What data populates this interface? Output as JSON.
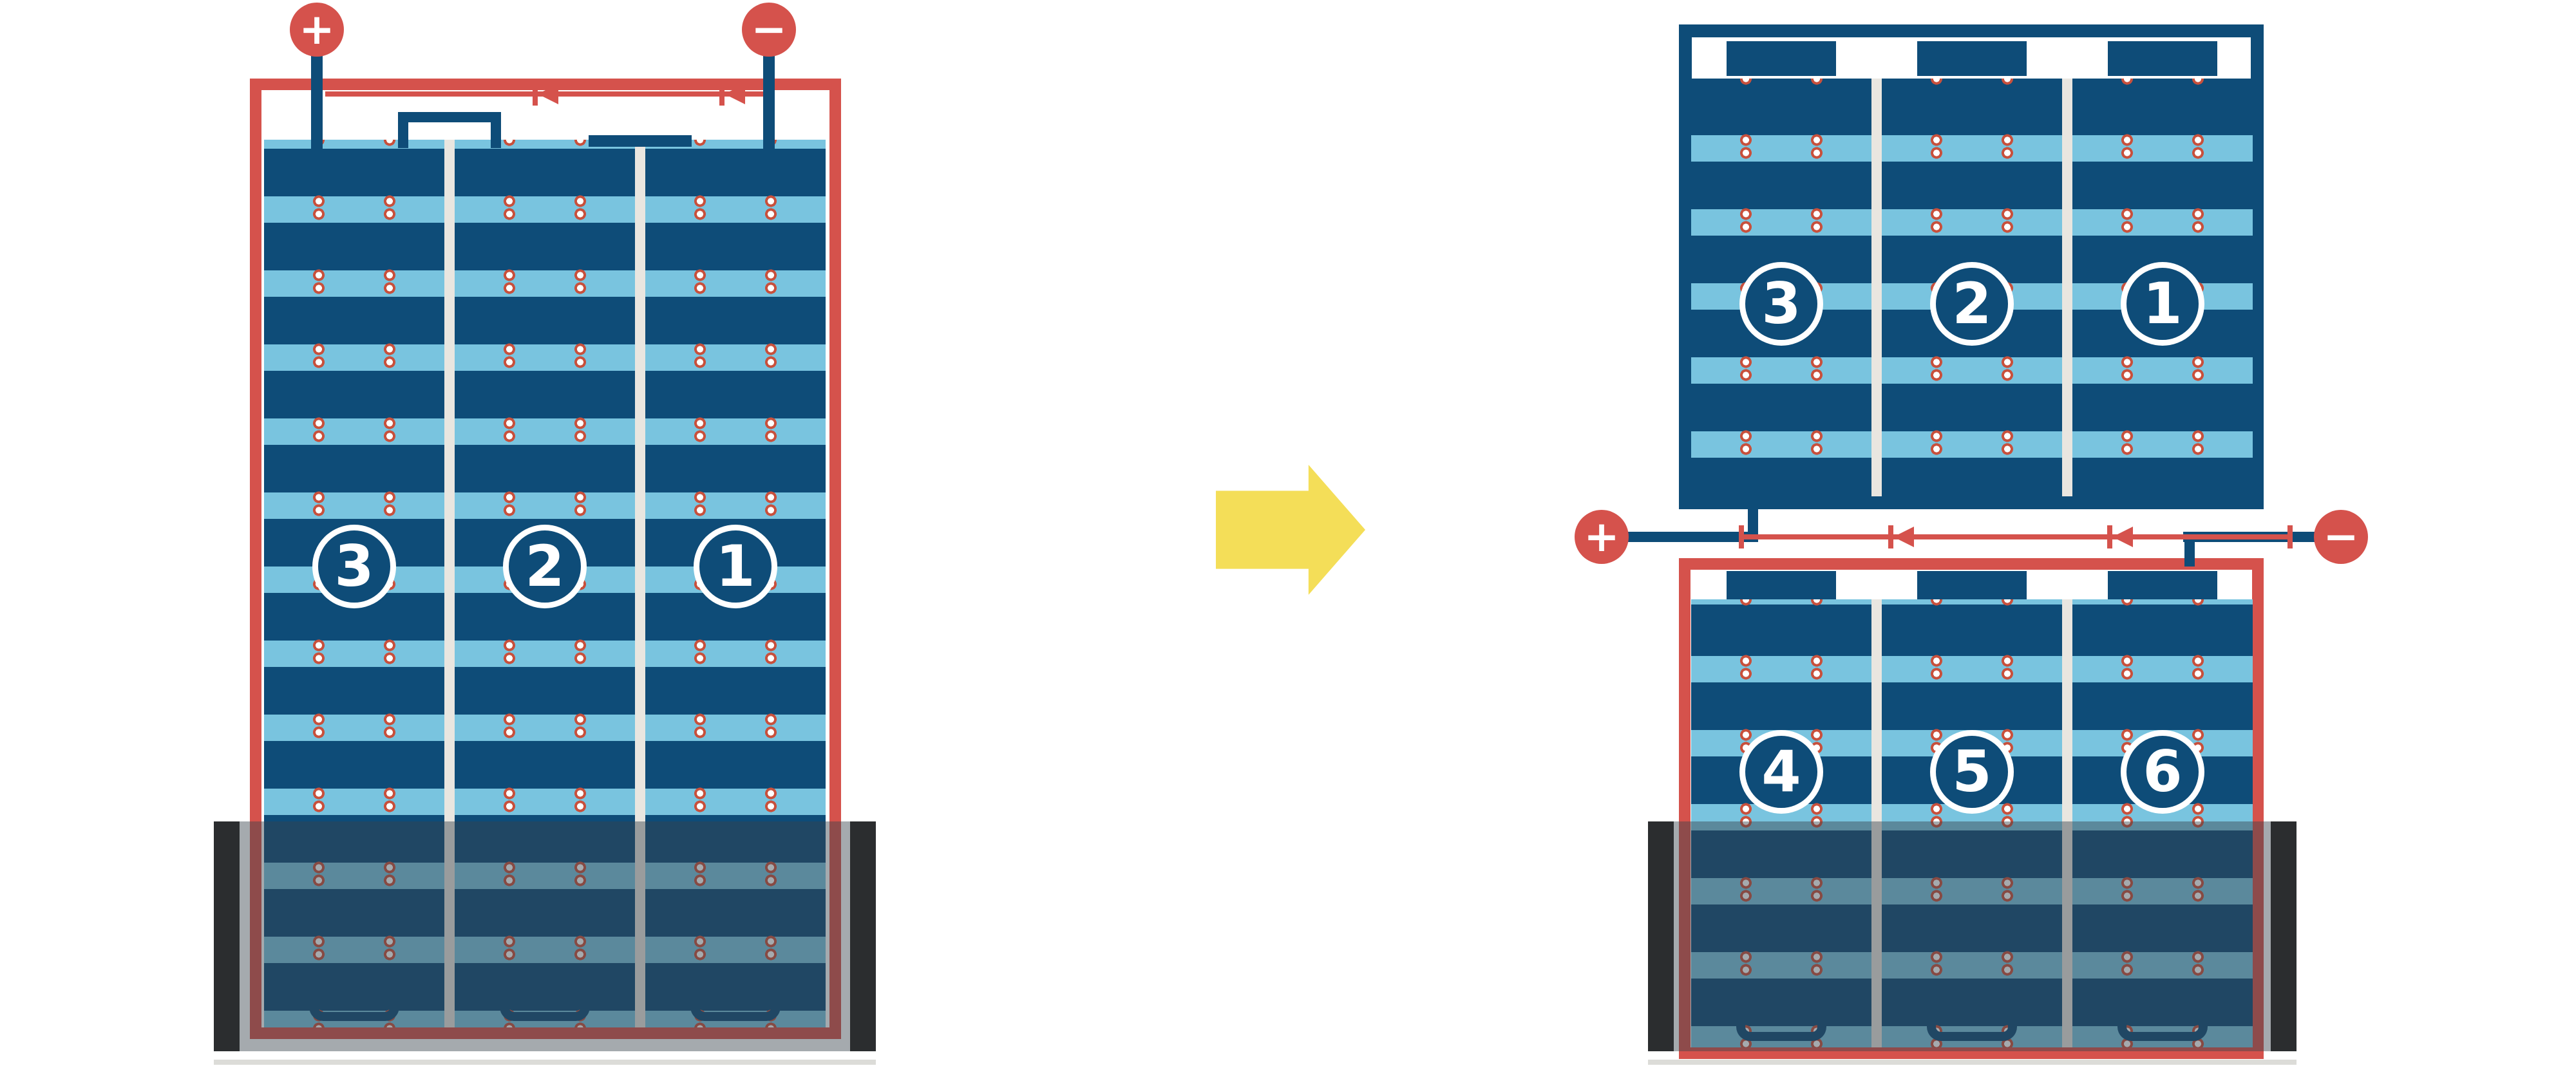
{
  "palette": {
    "red": "#D5524C",
    "cell": "#0E4C78",
    "lblue": "#79C4DF",
    "yellow": "#F4DE58",
    "shade": "rgba(56,66,75,0.45)",
    "bar": "#2B2D2F"
  },
  "left_diagram": {
    "plus_label": "+",
    "minus_label": "−",
    "columns": [
      "3",
      "2",
      "1"
    ]
  },
  "right_diagram": {
    "plus_label": "+",
    "minus_label": "−",
    "top_columns": [
      "3",
      "2",
      "1"
    ],
    "bottom_columns": [
      "4",
      "5",
      "6"
    ]
  }
}
